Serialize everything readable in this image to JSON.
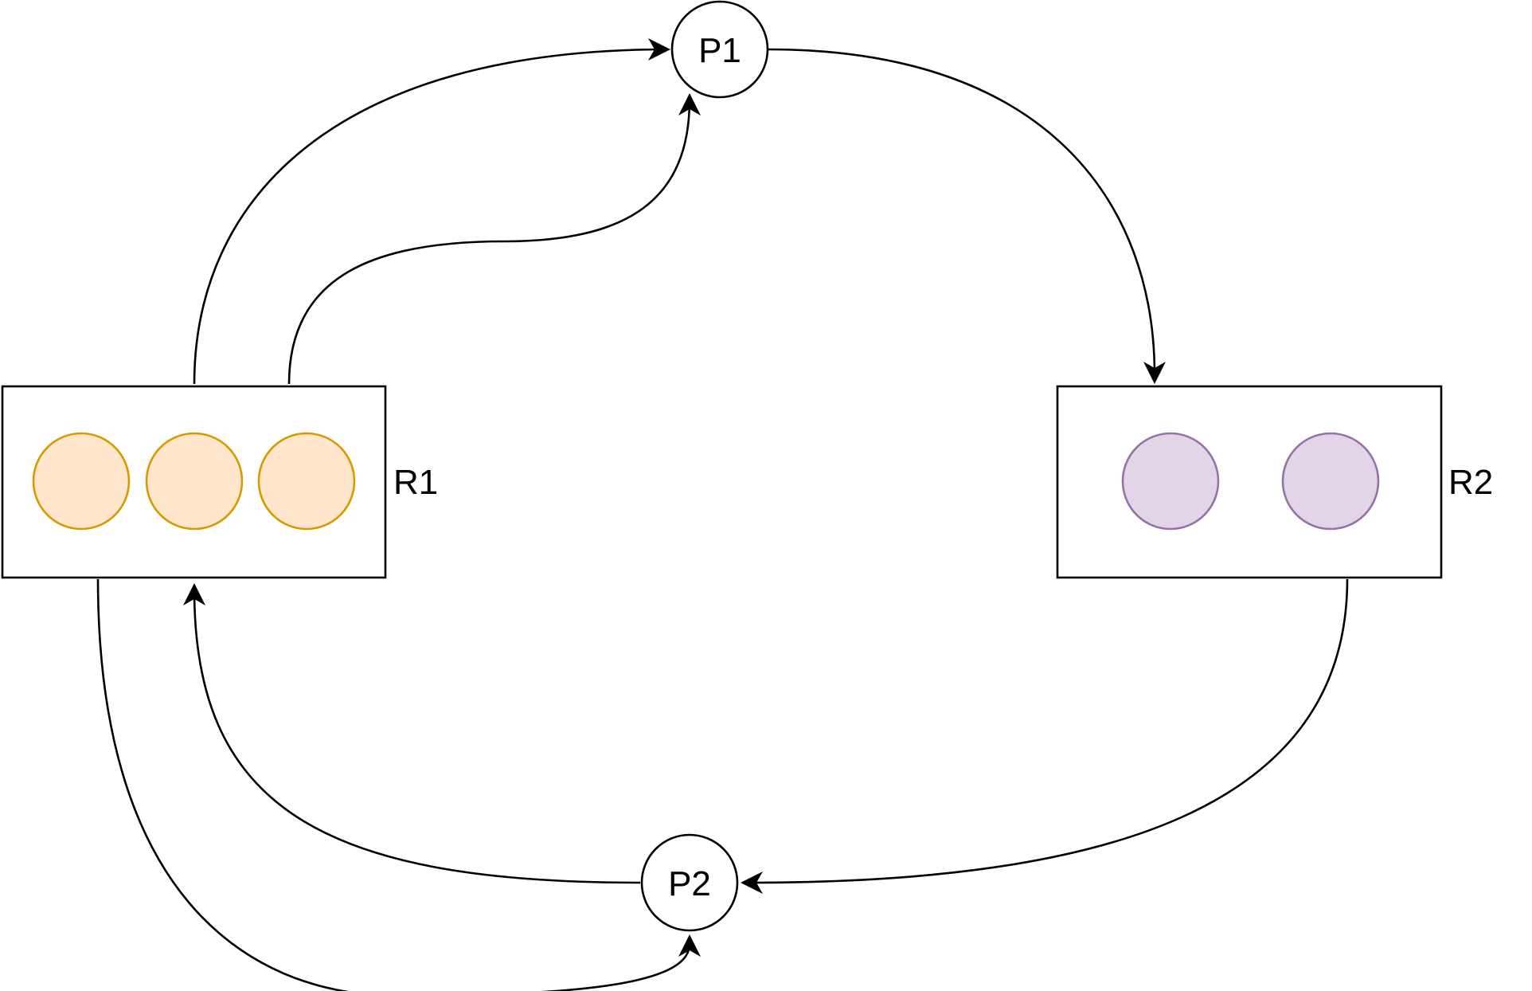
{
  "colors": {
    "stroke": "#000000",
    "r1_instance_fill": "#ffe6cc",
    "r1_instance_stroke": "#d79b00",
    "r2_instance_fill": "#e1d5e7",
    "r2_instance_stroke": "#9673a6"
  },
  "processes": {
    "p1": {
      "label": "P1"
    },
    "p2": {
      "label": "P2"
    }
  },
  "resources": {
    "r1": {
      "label": "R1",
      "instances": 3
    },
    "r2": {
      "label": "R2",
      "instances": 2
    }
  },
  "edges": [
    {
      "from": "R1",
      "to": "P1"
    },
    {
      "from": "R1",
      "to": "P1"
    },
    {
      "from": "P1",
      "to": "R2"
    },
    {
      "from": "R2",
      "to": "P2"
    },
    {
      "from": "P2",
      "to": "R1"
    },
    {
      "from": "R1",
      "to": "P2"
    }
  ]
}
